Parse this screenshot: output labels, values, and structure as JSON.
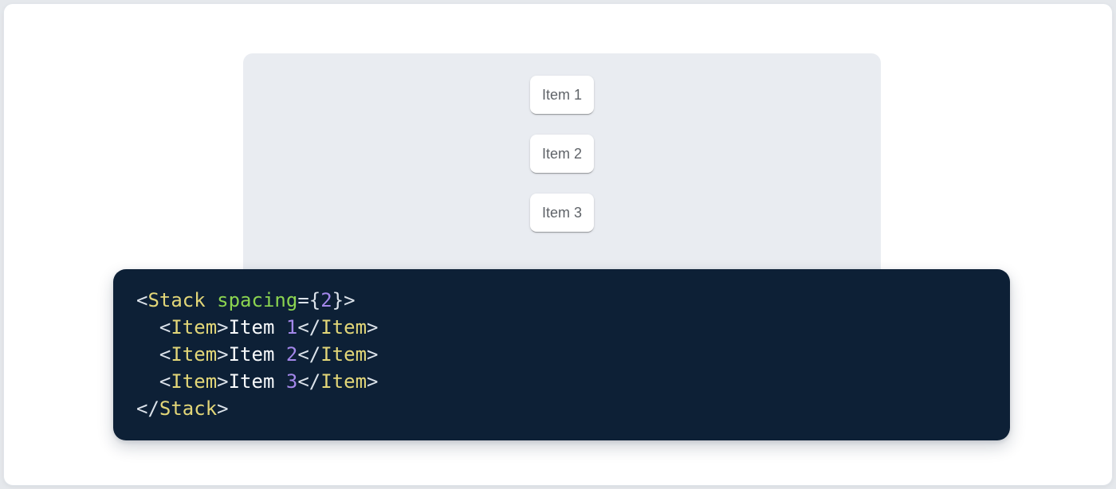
{
  "colors": {
    "page_bg": "#e5e8ec",
    "card_bg": "#ffffff",
    "panel_bg": "#e9ecf1",
    "item_text": "#5f6368",
    "code_bg": "#0d2036",
    "token_punctuation": "#dbe2ea",
    "token_tag": "#e2d678",
    "token_attr_name": "#8bd450",
    "token_number": "#a387ea",
    "token_plain_text": "#f8fafc"
  },
  "demo": {
    "items": [
      {
        "label": "Item 1"
      },
      {
        "label": "Item 2"
      },
      {
        "label": "Item 3"
      }
    ]
  },
  "code": {
    "text": "<Stack spacing={2}>\n  <Item>Item 1</Item>\n  <Item>Item 2</Item>\n  <Item>Item 3</Item>\n</Stack>",
    "lines": [
      [
        {
          "t": "p",
          "s": "<"
        },
        {
          "t": "tag",
          "s": "Stack"
        },
        {
          "t": "plain",
          "s": " "
        },
        {
          "t": "attr",
          "s": "spacing"
        },
        {
          "t": "p",
          "s": "={"
        },
        {
          "t": "num",
          "s": "2"
        },
        {
          "t": "p",
          "s": "}>"
        }
      ],
      [
        {
          "t": "plain",
          "s": "  "
        },
        {
          "t": "p",
          "s": "<"
        },
        {
          "t": "tag",
          "s": "Item"
        },
        {
          "t": "p",
          "s": ">"
        },
        {
          "t": "plain",
          "s": "Item "
        },
        {
          "t": "num",
          "s": "1"
        },
        {
          "t": "p",
          "s": "</"
        },
        {
          "t": "tag",
          "s": "Item"
        },
        {
          "t": "p",
          "s": ">"
        }
      ],
      [
        {
          "t": "plain",
          "s": "  "
        },
        {
          "t": "p",
          "s": "<"
        },
        {
          "t": "tag",
          "s": "Item"
        },
        {
          "t": "p",
          "s": ">"
        },
        {
          "t": "plain",
          "s": "Item "
        },
        {
          "t": "num",
          "s": "2"
        },
        {
          "t": "p",
          "s": "</"
        },
        {
          "t": "tag",
          "s": "Item"
        },
        {
          "t": "p",
          "s": ">"
        }
      ],
      [
        {
          "t": "plain",
          "s": "  "
        },
        {
          "t": "p",
          "s": "<"
        },
        {
          "t": "tag",
          "s": "Item"
        },
        {
          "t": "p",
          "s": ">"
        },
        {
          "t": "plain",
          "s": "Item "
        },
        {
          "t": "num",
          "s": "3"
        },
        {
          "t": "p",
          "s": "</"
        },
        {
          "t": "tag",
          "s": "Item"
        },
        {
          "t": "p",
          "s": ">"
        }
      ],
      [
        {
          "t": "p",
          "s": "</"
        },
        {
          "t": "tag",
          "s": "Stack"
        },
        {
          "t": "p",
          "s": ">"
        }
      ]
    ]
  }
}
